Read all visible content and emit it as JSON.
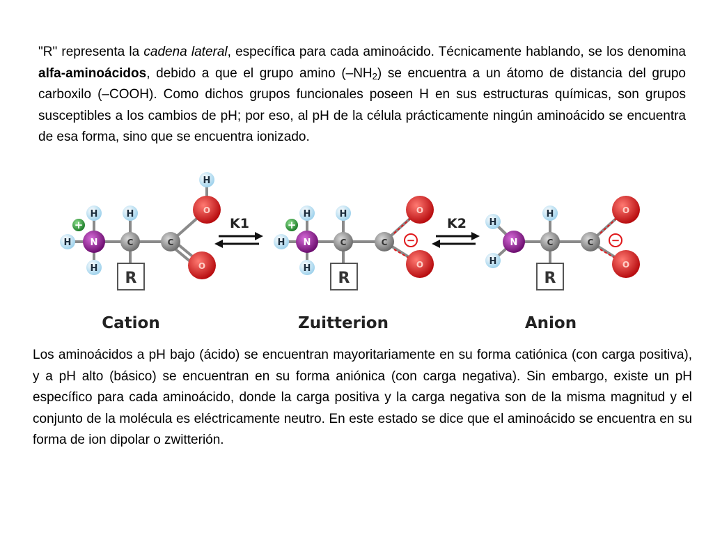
{
  "paragraph1": {
    "t1": "\"R\" representa la ",
    "t2": "cadena lateral",
    "t3": ", específica para cada aminoácido. Técnicamente hablando, se los denomina ",
    "t4": "alfa-aminoácidos",
    "t5": ", debido a que el grupo amino (–NH",
    "t6": "2",
    "t7": ") se encuentra a un átomo de distancia del grupo carboxilo (–COOH). Como dichos grupos funcionales poseen H en sus estructuras químicas, son grupos susceptibles a los cambios de pH; por eso, al pH de la célula prácticamente ningún aminoácido se encuentra de esa forma, sino que se encuentra ionizado."
  },
  "diagram": {
    "atoms": {
      "hydrogen": "H",
      "nitrogen": "N",
      "carbon": "C",
      "oxygen": "O",
      "side_chain": "R"
    },
    "charges": {
      "positive": "+",
      "negative": "−"
    },
    "equilibria": {
      "k1": "K1",
      "k2": "K2"
    },
    "forms": {
      "cation": "Cation",
      "zwitterion": "Zuitterion",
      "anion": "Anion"
    },
    "colors": {
      "hydrogen": "#bfe3f4",
      "nitrogen": "#8e1a91",
      "carbon": "#9a9a9a",
      "oxygen": "#e0191c",
      "positive": "#2e9e3a",
      "negative": "#e0191c"
    }
  },
  "paragraph2": {
    "text": "Los aminoácidos a pH bajo (ácido) se encuentran mayoritariamente en su forma catiónica (con carga positiva), y a pH alto (básico) se encuentran en su forma aniónica (con carga negativa). Sin embargo, existe un pH específico para cada aminoácido, donde la carga positiva y la carga negativa son de la misma magnitud y el conjunto de la molécula es eléctricamente neutro. En este estado se dice que el aminoácido se encuentra en su forma de ion dipolar o zwitterión."
  }
}
